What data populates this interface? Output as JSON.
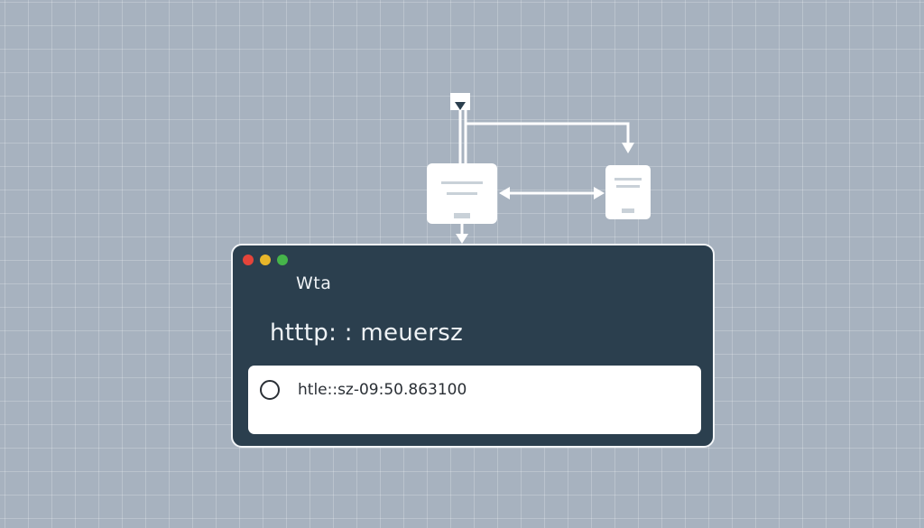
{
  "window": {
    "controls": [
      "close",
      "minimize",
      "maximize"
    ],
    "control_colors": {
      "close": "#e5443a",
      "minimize": "#e8b62a",
      "maximize": "#46b54a"
    },
    "title": "Wta",
    "url_text": "htttp: : meuersz",
    "input_row": {
      "icon": "radio-circle-icon",
      "value": "htle::sz-09:50.863100"
    }
  },
  "diagram": {
    "nodes": [
      "server-node-main",
      "server-node-secondary"
    ],
    "connectors": [
      "down-arrow-top",
      "loop-arrow",
      "bidirectional-arrow",
      "down-arrow-bottom"
    ]
  },
  "theme": {
    "background": "#a7b2bf",
    "window_bg": "#2b3f4e",
    "node_fill": "#ffffff"
  }
}
